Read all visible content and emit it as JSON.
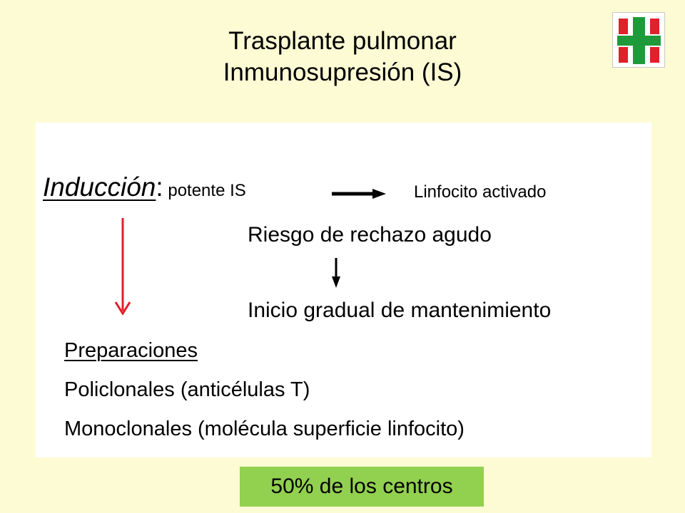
{
  "title": {
    "line1": "Trasplante pulmonar",
    "line2": "Inmunosupresión (IS)"
  },
  "colors": {
    "background": "#fdfbd4",
    "panel": "#ffffff",
    "red_arrow": "#e0202a",
    "badge": "#92d050",
    "logo_red": "#e0202a",
    "logo_green": "#1f9a3a"
  },
  "induction": {
    "word": "Inducción",
    "colon": ":",
    "detail": " potente IS",
    "result": "Linfocito activado"
  },
  "risk": "Riesgo de rechazo agudo",
  "start": "Inicio gradual de mantenimiento",
  "preparations": {
    "heading": "Preparaciones",
    "polyclonal": "Policlonales (anticélulas T)",
    "monoclonal": "Monoclonales (molécula superficie linfocito)"
  },
  "badge": "50% de los centros",
  "icons": {
    "logo": "hospital-cross-logo-icon",
    "arrow_right": "arrow-right-icon",
    "arrow_down_black": "arrow-down-icon",
    "arrow_down_red": "red-arrow-down-icon"
  }
}
